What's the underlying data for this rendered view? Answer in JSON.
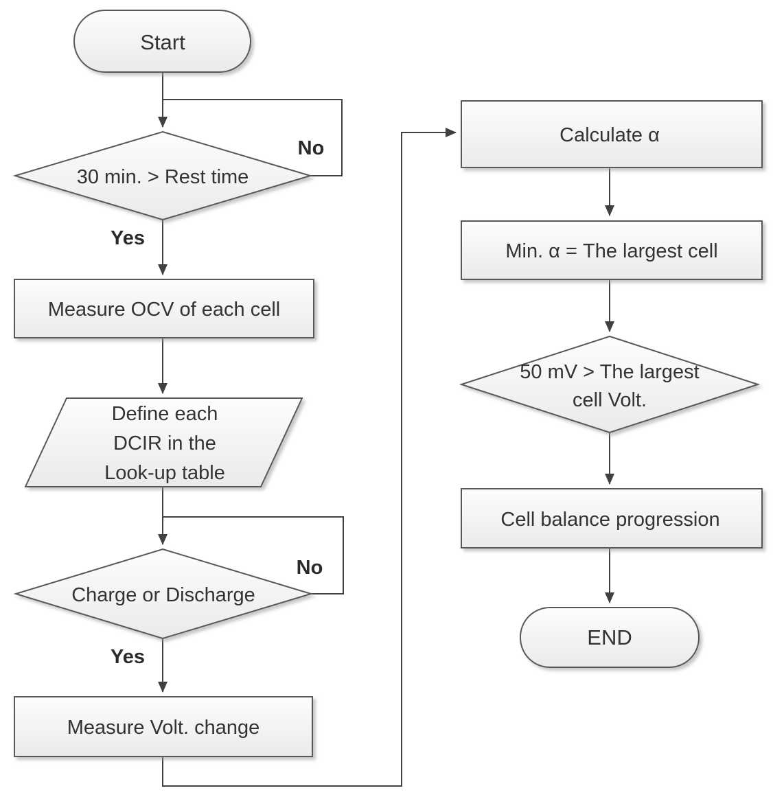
{
  "diagram": {
    "nodes": {
      "start": {
        "label": "Start"
      },
      "rest_time_decision": {
        "label": "30 min. > Rest time"
      },
      "measure_ocv": {
        "label": "Measure OCV of each cell"
      },
      "define_dcir": {
        "lines": [
          "Define each",
          "DCIR in the",
          "Look-up table"
        ]
      },
      "charge_discharge_decision": {
        "label": "Charge or Discharge"
      },
      "measure_volt": {
        "label": "Measure Volt. change"
      },
      "calculate_alpha": {
        "label": "Calculate α"
      },
      "min_alpha": {
        "label": "Min. α = The largest cell"
      },
      "largest_volt_decision": {
        "lines": [
          "50 mV > The largest",
          "cell Volt."
        ]
      },
      "cell_balance": {
        "label": "Cell balance progression"
      },
      "end": {
        "label": "END"
      }
    },
    "edge_labels": {
      "rest_time_yes": "Yes",
      "rest_time_no": "No",
      "charge_discharge_yes": "Yes",
      "charge_discharge_no": "No"
    },
    "colors": {
      "background": "#ffffff",
      "node_fill_top": "#fdfdfd",
      "node_fill_bottom": "#eaeaea",
      "node_border": "#58595b",
      "connector": "#404040",
      "text": "#333333"
    }
  }
}
